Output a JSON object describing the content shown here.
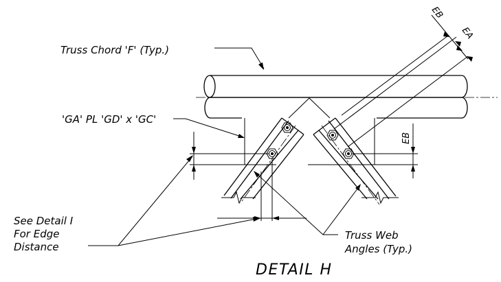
{
  "labels": {
    "truss_chord": "Truss Chord 'F' (Typ.)",
    "gusset_plate": "'GA' PL 'GD' x 'GC'",
    "see_detail_line1": "See Detail I",
    "see_detail_line2": "For Edge",
    "see_detail_line3": "Distance",
    "web_angles_line1": "Truss Web",
    "web_angles_line2": "Angles (Typ.)",
    "dim_eb_top": "EB",
    "dim_ea": "EA",
    "dim_eb_side": "EB",
    "title": "DETAIL H"
  }
}
